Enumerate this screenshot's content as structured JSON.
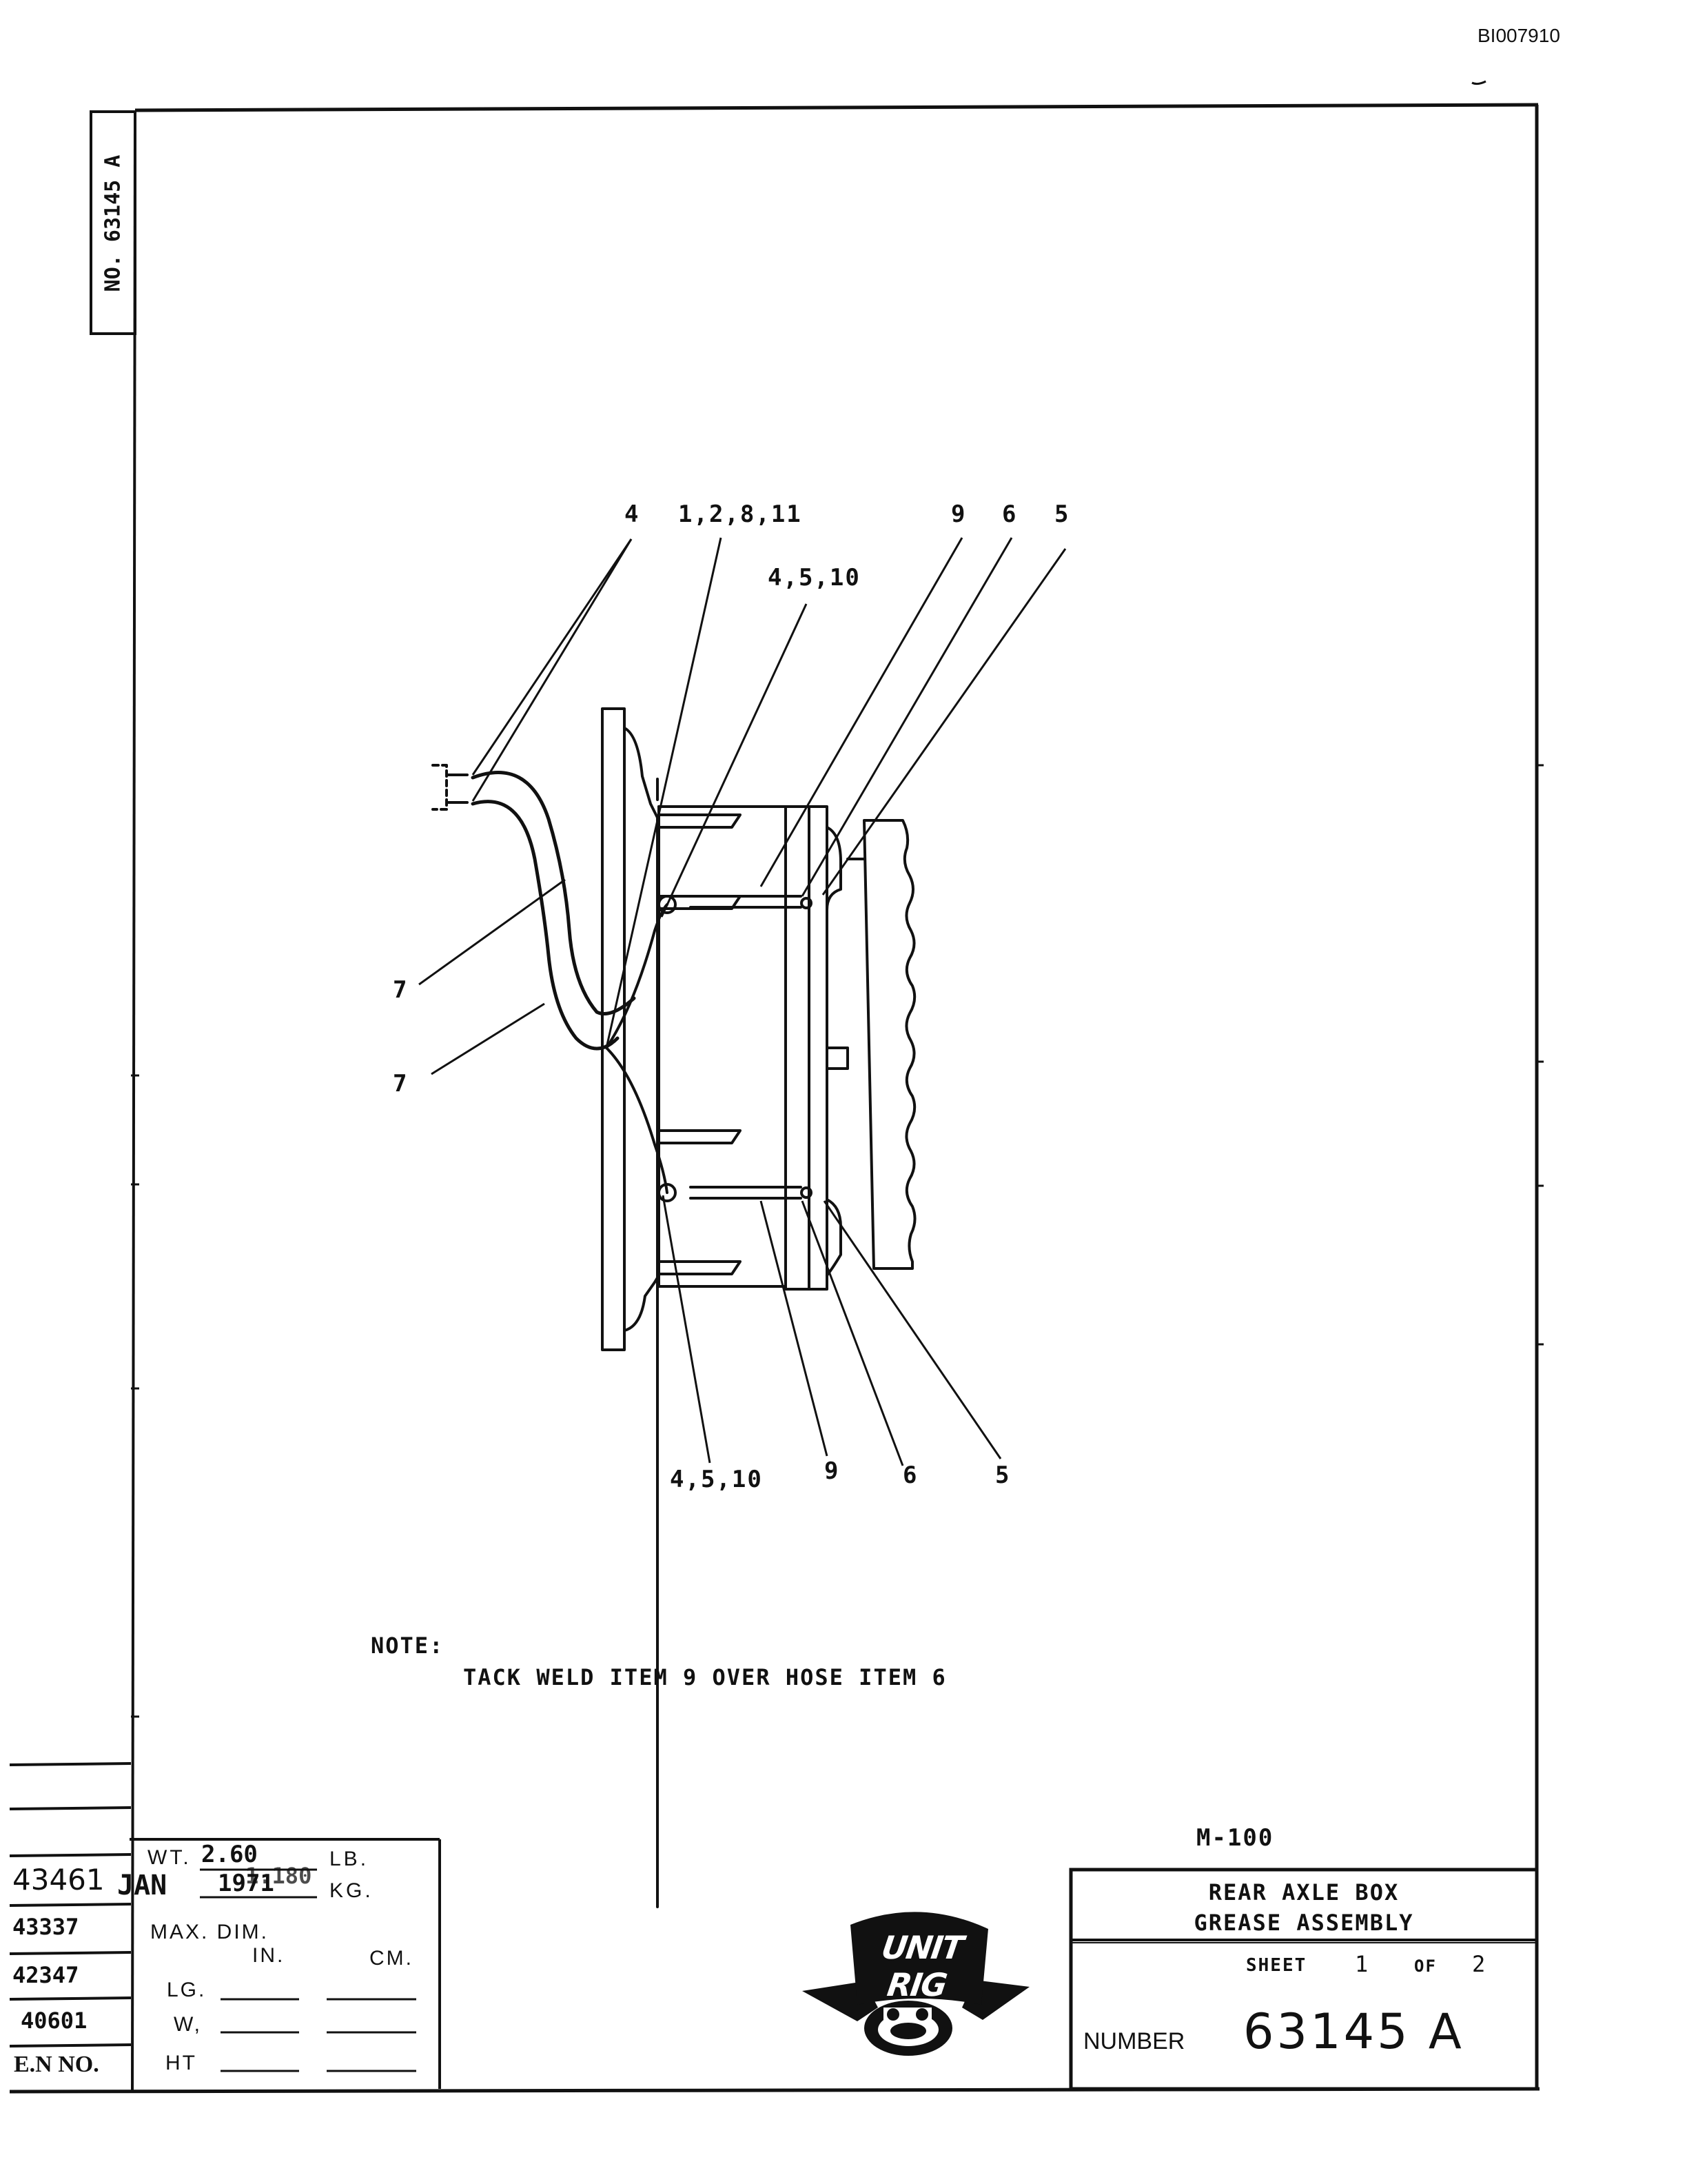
{
  "header": {
    "doc_code": "BI007910"
  },
  "side_tab": {
    "label": "NO. 63145 A"
  },
  "callouts": {
    "top_4": "4",
    "top_1_2_8_11": "1,2,8,11",
    "top_4_5_10": "4,5,10",
    "top_9": "9",
    "top_6": "6",
    "top_5": "5",
    "left_7a": "7",
    "left_7b": "7",
    "bottom_4_5_10": "4,5,10",
    "bottom_9": "9",
    "bottom_6": "6",
    "bottom_5": "5"
  },
  "note": {
    "label": "NOTE:",
    "text": "TACK WELD ITEM 9 OVER HOSE ITEM 6"
  },
  "revisions": {
    "entries": [
      "43461",
      "43337",
      "42347",
      "40601"
    ],
    "footer": "E.N NO."
  },
  "weight_block": {
    "wt_label": "WT.",
    "wt_value": "2.60",
    "lb": "LB.",
    "date_month": "JAN",
    "date_year": "1971",
    "kg_value": "1.180",
    "kg": "KG.",
    "maxdim": "MAX. DIM.",
    "in": "IN.",
    "cm": "CM.",
    "lg": "LG.",
    "w": "W,",
    "ht": "HT"
  },
  "logo": {
    "text": "UNIT RIG",
    "icon": "unit-rig-truck-logo"
  },
  "title_block": {
    "model": "M-100",
    "title_line1": "REAR AXLE BOX",
    "title_line2": "GREASE ASSEMBLY",
    "sheet_label": "SHEET",
    "sheet_num": "1",
    "of_label": "OF",
    "sheet_total": "2",
    "number_label": "NUMBER",
    "number_value": "63145 A"
  }
}
